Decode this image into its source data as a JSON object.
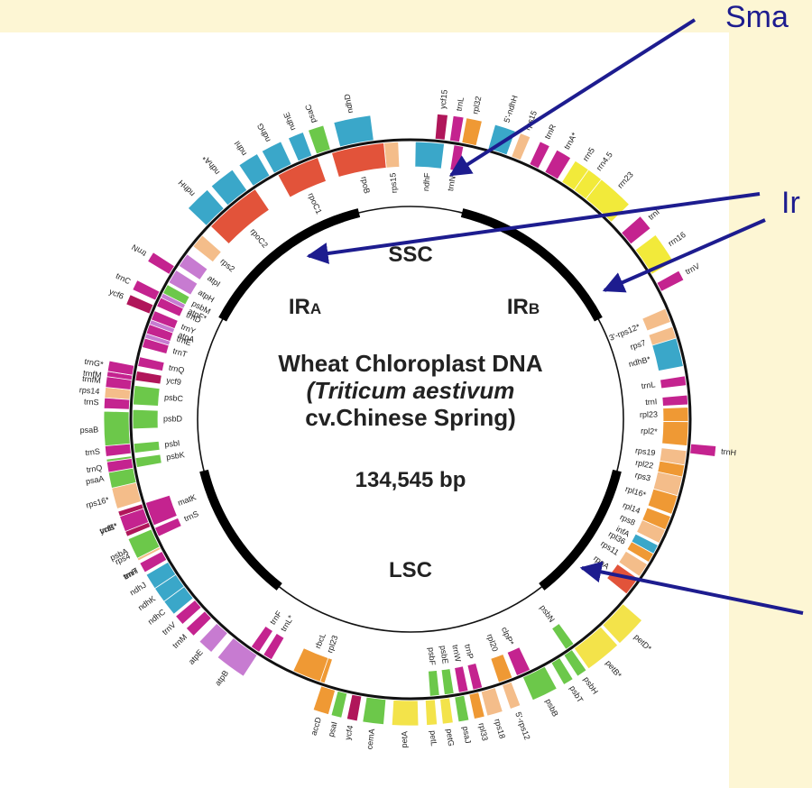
{
  "callouts": {
    "small": "Sma",
    "ir": "Ir"
  },
  "center": {
    "title_line1": "Wheat Chloroplast DNA",
    "title_line2": "(Triticum aestivum",
    "title_line3": "cv.Chinese Spring)",
    "size": "134,545 bp"
  },
  "regions": {
    "ssc": "SSC",
    "ira_main": "IR",
    "ira_sub": "A",
    "irb_main": "IR",
    "irb_sub": "B",
    "lsc": "LSC"
  },
  "colors": {
    "ndh": "#3aa7c9",
    "rrn": "#f2ea3a",
    "trn": "#c4238f",
    "rps": "#f4bd8a",
    "rpl": "#ef9934",
    "psb": "#6cc84a",
    "rpo": "#e2533a",
    "atp": "#c77bd1",
    "pet": "#f3e34a",
    "ycf": "#b0165a",
    "arrow": "#1d1c8f"
  },
  "genes": [
    {
      "name": "trnN",
      "angle": -58,
      "w": 2,
      "side": "out",
      "cat": "trn"
    },
    {
      "name": "ndhH",
      "angle": -44,
      "w": 5,
      "side": "out",
      "cat": "ndh"
    },
    {
      "name": "ndhA*",
      "angle": -38,
      "w": 5,
      "side": "out",
      "cat": "ndh"
    },
    {
      "name": "ndhI",
      "angle": -32,
      "w": 4,
      "side": "out",
      "cat": "ndh"
    },
    {
      "name": "ndhG",
      "angle": -27,
      "w": 4,
      "side": "out",
      "cat": "ndh"
    },
    {
      "name": "ndhE",
      "angle": -22,
      "w": 3,
      "side": "out",
      "cat": "ndh"
    },
    {
      "name": "psaC",
      "angle": -18,
      "w": 3,
      "side": "out",
      "cat": "psb"
    },
    {
      "name": "ndhD",
      "angle": -11,
      "w": 7,
      "side": "out",
      "cat": "ndh"
    },
    {
      "name": "rps15",
      "angle": -4,
      "w": 3,
      "side": "in",
      "cat": "rps"
    },
    {
      "name": "ndhF",
      "angle": 4,
      "w": 6,
      "side": "in",
      "cat": "ndh"
    },
    {
      "name": "trnN",
      "angle": 10,
      "w": 2,
      "side": "in",
      "cat": "trn"
    },
    {
      "name": "ycf15",
      "angle": 6,
      "w": 2,
      "side": "out",
      "cat": "ycf"
    },
    {
      "name": "trnL",
      "angle": 9,
      "w": 2,
      "side": "out",
      "cat": "trn"
    },
    {
      "name": "rpl32",
      "angle": 12,
      "w": 3,
      "side": "out",
      "cat": "rpl"
    },
    {
      "name": "5'-ndhH",
      "angle": 18,
      "w": 4,
      "side": "out",
      "cat": "ndh"
    },
    {
      "name": "rps15",
      "angle": 22,
      "w": 2,
      "side": "out",
      "cat": "rps"
    },
    {
      "name": "trnR",
      "angle": 26,
      "w": 2,
      "side": "out",
      "cat": "trn"
    },
    {
      "name": "trnA*",
      "angle": 30,
      "w": 3,
      "side": "out",
      "cat": "trn"
    },
    {
      "name": "rrn5",
      "angle": 34,
      "w": 3,
      "side": "out",
      "cat": "rrn"
    },
    {
      "name": "rrn4.5",
      "angle": 37,
      "w": 3,
      "side": "out",
      "cat": "rrn"
    },
    {
      "name": "rrn23",
      "angle": 42,
      "w": 7,
      "side": "out",
      "cat": "rrn"
    },
    {
      "name": "trnI*",
      "angle": 50,
      "w": 3,
      "side": "out",
      "cat": "trn"
    },
    {
      "name": "rrn16",
      "angle": 56,
      "w": 6,
      "side": "out",
      "cat": "rrn"
    },
    {
      "name": "trnV",
      "angle": 62,
      "w": 2,
      "side": "out",
      "cat": "trn"
    },
    {
      "name": "3'-rps12*",
      "angle": 68,
      "w": 3,
      "side": "in",
      "cat": "rps"
    },
    {
      "name": "rps7",
      "angle": 72,
      "w": 3,
      "side": "in",
      "cat": "rps"
    },
    {
      "name": "ndhB*",
      "angle": 76,
      "w": 6,
      "side": "in",
      "cat": "ndh"
    },
    {
      "name": "trnL",
      "angle": 82,
      "w": 2,
      "side": "in",
      "cat": "trn"
    },
    {
      "name": "trnI",
      "angle": 86,
      "w": 2,
      "side": "in",
      "cat": "trn"
    },
    {
      "name": "rpl23",
      "angle": 89,
      "w": 3,
      "side": "in",
      "cat": "rpl"
    },
    {
      "name": "rpl2*",
      "angle": 93,
      "w": 5,
      "side": "in",
      "cat": "rpl"
    },
    {
      "name": "trnH",
      "angle": 96,
      "w": 2,
      "side": "out",
      "cat": "trn"
    },
    {
      "name": "rps19",
      "angle": 98,
      "w": 3,
      "side": "in",
      "cat": "rps"
    },
    {
      "name": "rpl22",
      "angle": 101,
      "w": 3,
      "side": "in",
      "cat": "rpl"
    },
    {
      "name": "rps3",
      "angle": 104,
      "w": 4,
      "side": "in",
      "cat": "rps"
    },
    {
      "name": "rpl16*",
      "angle": 108,
      "w": 4,
      "side": "in",
      "cat": "rpl"
    },
    {
      "name": "rpl14",
      "angle": 112,
      "w": 3,
      "side": "in",
      "cat": "rpl"
    },
    {
      "name": "rps8",
      "angle": 115,
      "w": 3,
      "side": "in",
      "cat": "rps"
    },
    {
      "name": "infA",
      "angle": 118,
      "w": 2,
      "side": "in",
      "cat": "ndh"
    },
    {
      "name": "rpl36",
      "angle": 120,
      "w": 2,
      "side": "in",
      "cat": "rpl"
    },
    {
      "name": "rps11",
      "angle": 123,
      "w": 3,
      "side": "in",
      "cat": "rps"
    },
    {
      "name": "rpoA",
      "angle": 127,
      "w": 4,
      "side": "in",
      "cat": "rpo"
    },
    {
      "name": "petD*",
      "angle": 134,
      "w": 6,
      "side": "out",
      "cat": "pet"
    },
    {
      "name": "petB*",
      "angle": 141,
      "w": 7,
      "side": "out",
      "cat": "pet"
    },
    {
      "name": "psbH",
      "angle": 146,
      "w": 2,
      "side": "out",
      "cat": "psb"
    },
    {
      "name": "psbT",
      "angle": 149,
      "w": 2,
      "side": "out",
      "cat": "psb"
    },
    {
      "name": "psbN",
      "angle": 145,
      "w": 2,
      "side": "in",
      "cat": "psb"
    },
    {
      "name": "psbB",
      "angle": 154,
      "w": 5,
      "side": "out",
      "cat": "psb"
    },
    {
      "name": "5'-rps12",
      "angle": 160,
      "w": 2,
      "side": "out",
      "cat": "rps"
    },
    {
      "name": "clpP*",
      "angle": 156,
      "w": 3,
      "side": "in",
      "cat": "trn"
    },
    {
      "name": "rpl20",
      "angle": 160,
      "w": 3,
      "side": "in",
      "cat": "rpl"
    },
    {
      "name": "rps18",
      "angle": 164,
      "w": 3,
      "side": "out",
      "cat": "rps"
    },
    {
      "name": "rpl33",
      "angle": 167,
      "w": 2,
      "side": "out",
      "cat": "rpl"
    },
    {
      "name": "psaJ",
      "angle": 170,
      "w": 2,
      "side": "out",
      "cat": "psb"
    },
    {
      "name": "petG",
      "angle": 173,
      "w": 2,
      "side": "out",
      "cat": "pet"
    },
    {
      "name": "petL",
      "angle": 176,
      "w": 2,
      "side": "out",
      "cat": "pet"
    },
    {
      "name": "trnP",
      "angle": 166,
      "w": 2,
      "side": "in",
      "cat": "trn"
    },
    {
      "name": "trnW",
      "angle": 169,
      "w": 2,
      "side": "in",
      "cat": "trn"
    },
    {
      "name": "psbE",
      "angle": 172,
      "w": 2,
      "side": "in",
      "cat": "psb"
    },
    {
      "name": "psbF",
      "angle": 175,
      "w": 2,
      "side": "in",
      "cat": "psb"
    },
    {
      "name": "petA",
      "angle": 181,
      "w": 5,
      "side": "out",
      "cat": "pet"
    },
    {
      "name": "cemA",
      "angle": 187,
      "w": 4,
      "side": "out",
      "cat": "psb"
    },
    {
      "name": "ycf4",
      "angle": 191,
      "w": 2,
      "side": "out",
      "cat": "ycf"
    },
    {
      "name": "psaI",
      "angle": 194,
      "w": 2,
      "side": "out",
      "cat": "psb"
    },
    {
      "name": "accD",
      "angle": 197,
      "w": 3,
      "side": "out",
      "cat": "rpl"
    },
    {
      "name": "rpl23",
      "angle": 199,
      "w": 2,
      "side": "in",
      "cat": "rpl"
    },
    {
      "name": "rbcL",
      "angle": 202,
      "w": 6,
      "side": "in",
      "cat": "rpl"
    },
    {
      "name": "atpB",
      "angle": 216,
      "w": 6,
      "side": "out",
      "cat": "atp"
    },
    {
      "name": "atpE",
      "angle": 222,
      "w": 3,
      "side": "out",
      "cat": "atp"
    },
    {
      "name": "trnM",
      "angle": 226,
      "w": 2,
      "side": "out",
      "cat": "trn"
    },
    {
      "name": "trnV",
      "angle": 229,
      "w": 2,
      "side": "out",
      "cat": "trn"
    },
    {
      "name": "ndhC",
      "angle": 232,
      "w": 3,
      "side": "out",
      "cat": "ndh"
    },
    {
      "name": "ndhK",
      "angle": 235,
      "w": 3,
      "side": "out",
      "cat": "ndh"
    },
    {
      "name": "ndhJ",
      "angle": 238,
      "w": 3,
      "side": "out",
      "cat": "ndh"
    },
    {
      "name": "trnF",
      "angle": 214,
      "w": 2,
      "side": "in",
      "cat": "trn"
    },
    {
      "name": "trnL*",
      "angle": 211,
      "w": 2,
      "side": "in",
      "cat": "trn"
    },
    {
      "name": "trnT",
      "angle": 241,
      "w": 2,
      "side": "out",
      "cat": "trn"
    },
    {
      "name": "rps4",
      "angle": 244,
      "w": 3,
      "side": "out",
      "cat": "rps"
    },
    {
      "name": "trnS",
      "angle": 246,
      "w": 2,
      "side": "in",
      "cat": "trn"
    },
    {
      "name": "ycf3*",
      "angle": 250,
      "w": 5,
      "side": "out",
      "cat": "ycf"
    },
    {
      "name": "psaA",
      "angle": 259,
      "w": 7,
      "side": "out",
      "cat": "psb"
    },
    {
      "name": "psaB",
      "angle": 268,
      "w": 7,
      "side": "out",
      "cat": "psb"
    },
    {
      "name": "rps14",
      "angle": 275,
      "w": 2,
      "side": "out",
      "cat": "rps"
    },
    {
      "name": "trnfM",
      "angle": 278,
      "w": 2,
      "side": "out",
      "cat": "trn"
    },
    {
      "name": "atpA",
      "angle": 290,
      "w": 6,
      "side": "in",
      "cat": "atp"
    },
    {
      "name": "atpF*",
      "angle": 296,
      "w": 4,
      "side": "in",
      "cat": "atp"
    },
    {
      "name": "atpH",
      "angle": 301,
      "w": 3,
      "side": "in",
      "cat": "atp"
    },
    {
      "name": "atpI",
      "angle": 305,
      "w": 3,
      "side": "in",
      "cat": "atp"
    },
    {
      "name": "rps2",
      "angle": 310,
      "w": 3,
      "side": "in",
      "cat": "rps"
    },
    {
      "name": "rpoC2",
      "angle": 320,
      "w": 12,
      "side": "in",
      "cat": "rpo"
    },
    {
      "name": "rpoC1",
      "angle": 336,
      "w": 9,
      "side": "in",
      "cat": "rpo"
    },
    {
      "name": "rpoB",
      "angle": 349,
      "w": 11,
      "side": "in",
      "cat": "rpo"
    },
    {
      "name": "trnC",
      "angle": 4,
      "w": 2,
      "side": "out",
      "cat": "trn",
      "ofs": -1
    },
    {
      "name": "ycf6",
      "angle": 7,
      "w": 2,
      "side": "out",
      "cat": "ycf",
      "ofs": -1
    },
    {
      "name": "psbM",
      "angle": 2,
      "w": 2,
      "side": "in",
      "cat": "psb",
      "ofs": -1
    },
    {
      "name": "trnD",
      "angle": 5,
      "w": 2,
      "side": "in",
      "cat": "trn",
      "ofs": -1
    },
    {
      "name": "trnY",
      "angle": 8,
      "w": 2,
      "side": "in",
      "cat": "trn",
      "ofs": -1
    },
    {
      "name": "trnE",
      "angle": 11,
      "w": 2,
      "side": "in",
      "cat": "trn",
      "ofs": -1
    },
    {
      "name": "trnT",
      "angle": 14,
      "w": 2,
      "side": "in",
      "cat": "trn",
      "ofs": -1
    },
    {
      "name": "trnG*",
      "angle": 20,
      "w": 2,
      "side": "out",
      "cat": "trn",
      "ofs": -1
    },
    {
      "name": "trnfM",
      "angle": 23,
      "w": 2,
      "side": "out",
      "cat": "trn",
      "ofs": -1
    },
    {
      "name": "trnS",
      "angle": 27,
      "w": 2,
      "side": "out",
      "cat": "trn",
      "ofs": -1
    },
    {
      "name": "trnQ",
      "angle": 18,
      "w": 2,
      "side": "in",
      "cat": "trn",
      "ofs": -1
    },
    {
      "name": "ycf9",
      "angle": 21,
      "w": 2,
      "side": "in",
      "cat": "ycf",
      "ofs": -1
    },
    {
      "name": "psbC",
      "angle": 25,
      "w": 4,
      "side": "in",
      "cat": "psb",
      "ofs": -1
    },
    {
      "name": "psbD",
      "angle": 30,
      "w": 4,
      "side": "in",
      "cat": "psb",
      "ofs": -1
    },
    {
      "name": "trnS",
      "angle": 36,
      "w": 2,
      "side": "out",
      "cat": "trn",
      "ofs": -1
    },
    {
      "name": "trnQ",
      "angle": 39,
      "w": 2,
      "side": "out",
      "cat": "trn",
      "ofs": -1
    },
    {
      "name": "psbI",
      "angle": 36,
      "w": 2,
      "side": "in",
      "cat": "psb",
      "ofs": -1
    },
    {
      "name": "psbK",
      "angle": 39,
      "w": 2,
      "side": "in",
      "cat": "psb",
      "ofs": -1
    },
    {
      "name": "rps16*",
      "angle": 45,
      "w": 4,
      "side": "out",
      "cat": "rps",
      "ofs": -1
    },
    {
      "name": "trnK*",
      "angle": 50,
      "w": 3,
      "side": "out",
      "cat": "trn",
      "ofs": -1
    },
    {
      "name": "matK",
      "angle": 50,
      "w": 5,
      "side": "in",
      "cat": "trn",
      "ofs": -1
    },
    {
      "name": "psbA",
      "angle": 55,
      "w": 4,
      "side": "out",
      "cat": "psb",
      "ofs": -1
    },
    {
      "name": "trnH",
      "angle": 59,
      "w": 2,
      "side": "out",
      "cat": "trn",
      "ofs": -1
    }
  ]
}
